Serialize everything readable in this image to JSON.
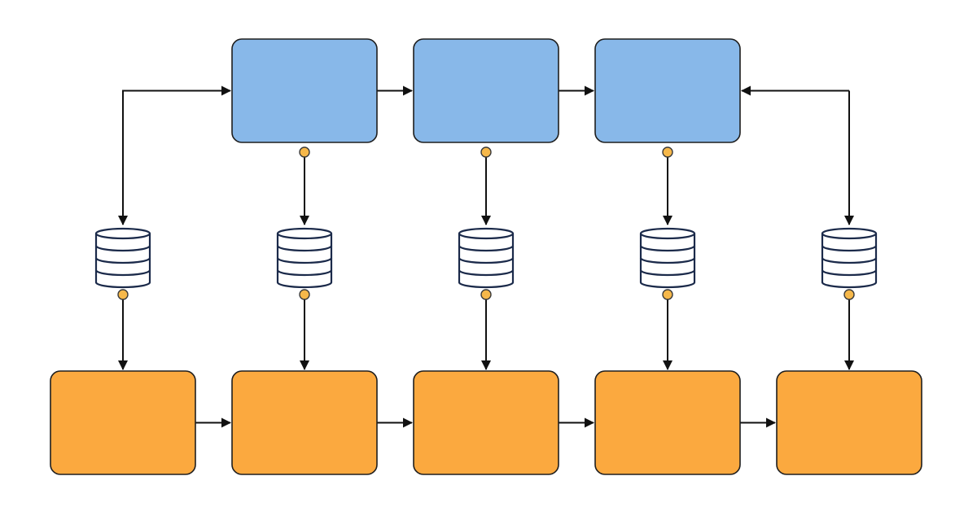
{
  "colors": {
    "blue_node": "#88b8e9",
    "orange_node": "#fba93f",
    "connector_dot": "#f6b84a",
    "edge": "#111111",
    "database_stroke": "#1b2a4a"
  },
  "icons": [
    "database-icon"
  ],
  "diagram": {
    "top_row": [
      {
        "id": "b1",
        "label": ""
      },
      {
        "id": "b2",
        "label": ""
      },
      {
        "id": "b3",
        "label": ""
      }
    ],
    "bottom_row": [
      {
        "id": "o1",
        "label": ""
      },
      {
        "id": "o2",
        "label": ""
      },
      {
        "id": "o3",
        "label": ""
      },
      {
        "id": "o4",
        "label": ""
      },
      {
        "id": "o5",
        "label": ""
      }
    ],
    "databases": [
      {
        "id": "db1"
      },
      {
        "id": "db2"
      },
      {
        "id": "db3"
      },
      {
        "id": "db4"
      },
      {
        "id": "db5"
      }
    ],
    "edges": [
      {
        "from": "b1",
        "to": "b2"
      },
      {
        "from": "b2",
        "to": "b3"
      },
      {
        "from": "db1",
        "to": "b1"
      },
      {
        "from": "db5",
        "to": "b3"
      },
      {
        "from": "db1",
        "to": "db1-top"
      },
      {
        "from": "db5",
        "to": "db5-top"
      },
      {
        "from": "b1",
        "to": "db2"
      },
      {
        "from": "b2",
        "to": "db3"
      },
      {
        "from": "b3",
        "to": "db4"
      },
      {
        "from": "db1",
        "to": "o1"
      },
      {
        "from": "db2",
        "to": "o2"
      },
      {
        "from": "db3",
        "to": "o3"
      },
      {
        "from": "db4",
        "to": "o4"
      },
      {
        "from": "db5",
        "to": "o5"
      },
      {
        "from": "o1",
        "to": "o2"
      },
      {
        "from": "o2",
        "to": "o3"
      },
      {
        "from": "o3",
        "to": "o4"
      },
      {
        "from": "o4",
        "to": "o5"
      }
    ]
  }
}
